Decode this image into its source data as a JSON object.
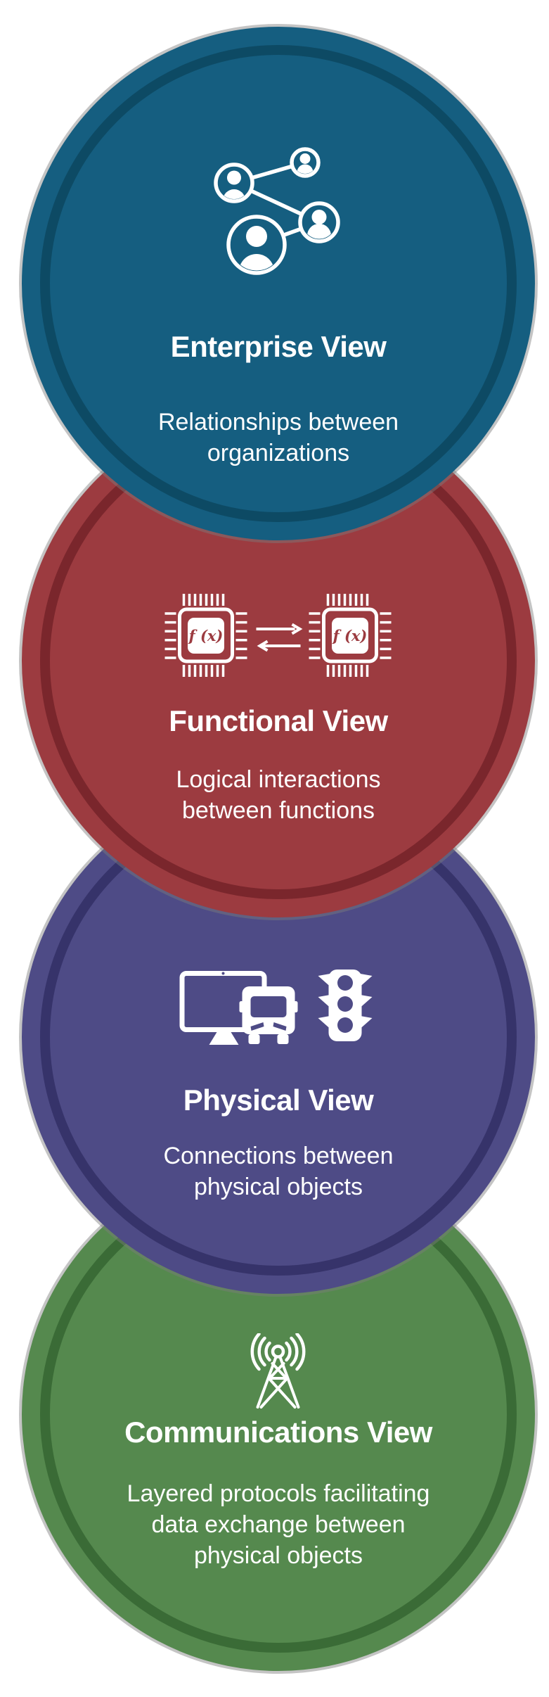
{
  "page": {
    "background_color": "#ffffff",
    "text_color": "#ffffff",
    "icon_color": "#ffffff"
  },
  "views": [
    {
      "title": "Enterprise View",
      "description_lines": [
        "Relationships between",
        "organizations"
      ],
      "icon": "people-network",
      "fill_color": "#155e80",
      "ring_color": "#0d4a64"
    },
    {
      "title": "Functional View",
      "description_lines": [
        "Logical interactions",
        "between functions"
      ],
      "icon": "function-chips",
      "chip_label": "f (x)",
      "fill_color": "#9c3b40",
      "ring_color": "#7a262c"
    },
    {
      "title": "Physical View",
      "description_lines": [
        "Connections between",
        "physical objects"
      ],
      "icon": "monitor-bus-traffic-light",
      "fill_color": "#4e4b86",
      "ring_color": "#36336a"
    },
    {
      "title": "Communications View",
      "description_lines": [
        "Layered protocols facilitating",
        "data exchange between",
        "physical objects"
      ],
      "icon": "radio-tower",
      "fill_color": "#55894e",
      "ring_color": "#3a6b36"
    }
  ]
}
